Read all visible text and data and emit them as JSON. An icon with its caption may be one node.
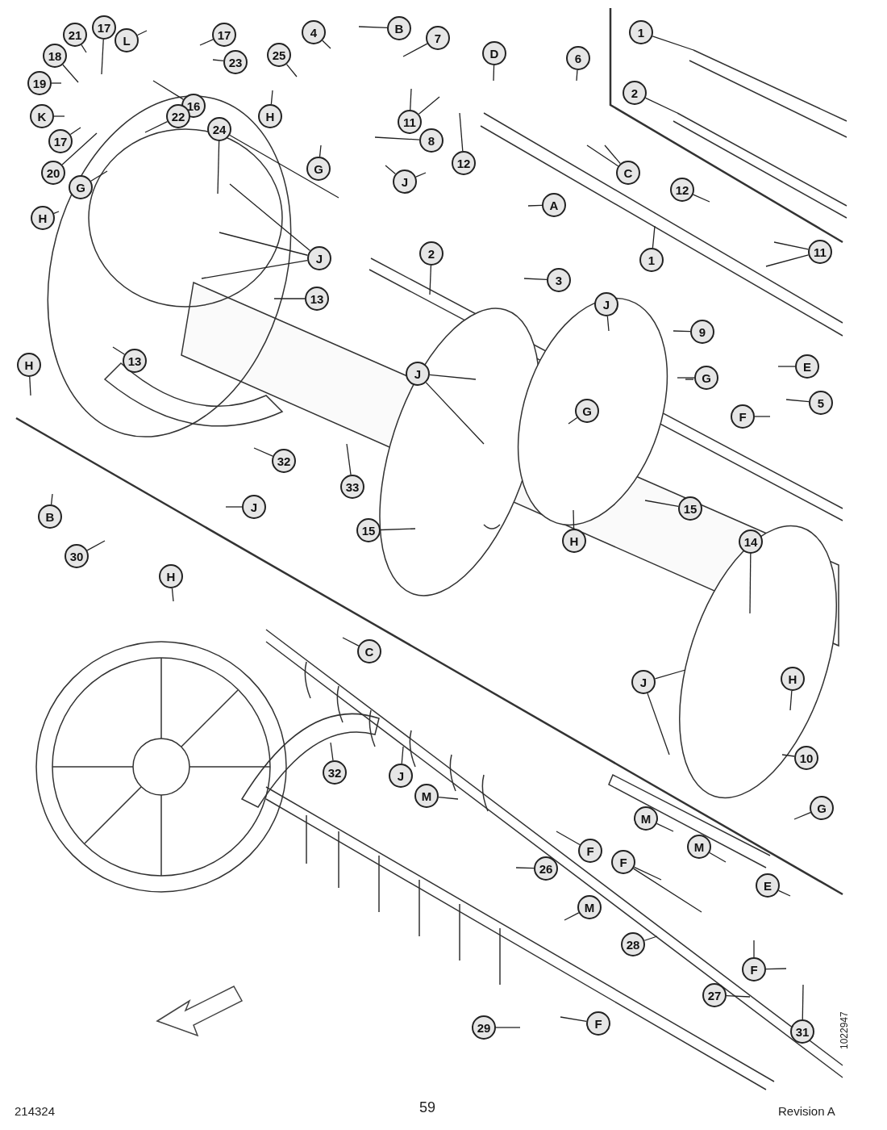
{
  "diagram": {
    "nodes": [
      {
        "text": [
          "1"
        ]
      },
      {
        "text": [
          "2"
        ]
      },
      {
        "text": [
          "4"
        ]
      },
      {
        "text": [
          "B"
        ]
      },
      {
        "text": [
          "7"
        ]
      },
      {
        "text": [
          "25"
        ]
      },
      {
        "text": [
          "11"
        ]
      },
      {
        "text": [
          "12"
        ]
      },
      {
        "text": [
          "D"
        ]
      },
      {
        "text": [
          "6"
        ]
      },
      {
        "text": [
          "8"
        ]
      },
      {
        "text": [
          "H"
        ]
      },
      {
        "text": [
          "G"
        ]
      },
      {
        "text": [
          "J"
        ]
      },
      {
        "text": [
          "C"
        ]
      },
      {
        "text": [
          "21"
        ]
      },
      {
        "text": [
          "17"
        ]
      },
      {
        "text": [
          "L"
        ]
      },
      {
        "text": [
          "17"
        ]
      },
      {
        "text": [
          "23"
        ]
      },
      {
        "text": [
          "18"
        ]
      },
      {
        "text": [
          "19"
        ]
      },
      {
        "text": [
          "16"
        ]
      },
      {
        "text": [
          "K"
        ]
      },
      {
        "text": [
          "17"
        ]
      },
      {
        "text": [
          "22"
        ]
      },
      {
        "text": [
          "20"
        ]
      },
      {
        "text": [
          "24"
        ]
      },
      {
        "text": [
          "G"
        ]
      },
      {
        "text": [
          "H"
        ]
      },
      {
        "text": [
          "J"
        ]
      },
      {
        "text": [
          "13"
        ]
      },
      {
        "text": [
          "13"
        ]
      },
      {
        "text": [
          "H"
        ]
      },
      {
        "text": [
          "A"
        ]
      },
      {
        "text": [
          "2"
        ]
      },
      {
        "text": [
          "3"
        ]
      },
      {
        "text": [
          "12"
        ]
      },
      {
        "text": [
          "11"
        ]
      },
      {
        "text": [
          "1"
        ]
      },
      {
        "text": [
          "J"
        ]
      },
      {
        "text": [
          "9"
        ]
      },
      {
        "text": [
          "E"
        ]
      },
      {
        "text": [
          "G"
        ]
      },
      {
        "text": [
          "5"
        ]
      },
      {
        "text": [
          "F"
        ]
      },
      {
        "text": [
          "J"
        ]
      },
      {
        "text": [
          "G"
        ]
      },
      {
        "text": [
          "H"
        ]
      },
      {
        "text": [
          "15"
        ]
      },
      {
        "text": [
          "15"
        ]
      },
      {
        "text": [
          "14"
        ]
      },
      {
        "text": [
          "33"
        ]
      },
      {
        "text": [
          "32"
        ]
      },
      {
        "text": [
          "J"
        ]
      },
      {
        "text": [
          "B"
        ]
      },
      {
        "text": [
          "30"
        ]
      },
      {
        "text": [
          "H"
        ]
      },
      {
        "text": [
          "C"
        ]
      },
      {
        "text": [
          "J"
        ]
      },
      {
        "text": [
          "H"
        ]
      },
      {
        "text": [
          "10"
        ]
      },
      {
        "text": [
          "G"
        ]
      },
      {
        "text": [
          "32"
        ]
      },
      {
        "text": [
          "J"
        ]
      },
      {
        "text": [
          "M"
        ]
      },
      {
        "text": [
          "F"
        ]
      },
      {
        "text": [
          "26"
        ]
      },
      {
        "text": [
          "M"
        ]
      },
      {
        "text": [
          "M"
        ]
      },
      {
        "text": [
          "F"
        ]
      },
      {
        "text": [
          "E"
        ]
      },
      {
        "text": [
          "28"
        ]
      },
      {
        "text": [
          "M"
        ]
      },
      {
        "text": [
          "F"
        ]
      },
      {
        "text": [
          "27"
        ]
      },
      {
        "text": [
          "31"
        ]
      },
      {
        "text": [
          "29"
        ]
      },
      {
        "text": [
          "F"
        ]
      }
    ],
    "edges": [
      {
        "from": 0,
        "to": null,
        "arrow": "none"
      },
      {
        "from": 1,
        "to": null,
        "arrow": "none"
      },
      {
        "from": 2,
        "to": null,
        "arrow": "none"
      },
      {
        "from": 3,
        "to": null,
        "arrow": "none"
      },
      {
        "from": 4,
        "to": null,
        "arrow": "none"
      },
      {
        "from": 5,
        "to": null,
        "arrow": "none"
      },
      {
        "from": 6,
        "to": null,
        "arrow": "none"
      },
      {
        "from": 6,
        "to": null,
        "arrow": "none"
      },
      {
        "from": 7,
        "to": null,
        "arrow": "none"
      },
      {
        "from": 8,
        "to": null,
        "arrow": "none"
      },
      {
        "from": 9,
        "to": null,
        "arrow": "none"
      },
      {
        "from": 10,
        "to": null,
        "arrow": "none"
      },
      {
        "from": 11,
        "to": null,
        "arrow": "none"
      },
      {
        "from": 12,
        "to": null,
        "arrow": "none"
      },
      {
        "from": 13,
        "to": null,
        "arrow": "none"
      },
      {
        "from": 13,
        "to": null,
        "arrow": "none"
      },
      {
        "from": 14,
        "to": null,
        "arrow": "none"
      },
      {
        "from": 14,
        "to": null,
        "arrow": "none"
      },
      {
        "from": 15,
        "to": null,
        "arrow": "none"
      },
      {
        "from": 16,
        "to": null,
        "arrow": "none"
      },
      {
        "from": 17,
        "to": null,
        "arrow": "none"
      },
      {
        "from": 18,
        "to": null,
        "arrow": "none"
      },
      {
        "from": 19,
        "to": null,
        "arrow": "none"
      },
      {
        "from": 20,
        "to": null,
        "arrow": "none"
      },
      {
        "from": 21,
        "to": null,
        "arrow": "none"
      },
      {
        "from": 22,
        "to": null,
        "arrow": "none"
      },
      {
        "from": 23,
        "to": null,
        "arrow": "none"
      },
      {
        "from": 24,
        "to": null,
        "arrow": "none"
      },
      {
        "from": 25,
        "to": null,
        "arrow": "none"
      },
      {
        "from": 26,
        "to": null,
        "arrow": "none"
      },
      {
        "from": 27,
        "to": null,
        "arrow": "none"
      },
      {
        "from": 27,
        "to": null,
        "arrow": "none"
      },
      {
        "from": 28,
        "to": null,
        "arrow": "none"
      },
      {
        "from": 29,
        "to": null,
        "arrow": "none"
      },
      {
        "from": 30,
        "to": null,
        "arrow": "none"
      },
      {
        "from": 30,
        "to": null,
        "arrow": "none"
      },
      {
        "from": 30,
        "to": null,
        "arrow": "none"
      },
      {
        "from": 31,
        "to": null,
        "arrow": "none"
      },
      {
        "from": 32,
        "to": null,
        "arrow": "none"
      },
      {
        "from": 33,
        "to": null,
        "arrow": "none"
      },
      {
        "from": 34,
        "to": null,
        "arrow": "none"
      },
      {
        "from": 35,
        "to": null,
        "arrow": "none"
      },
      {
        "from": 36,
        "to": null,
        "arrow": "none"
      },
      {
        "from": 37,
        "to": null,
        "arrow": "none"
      },
      {
        "from": 38,
        "to": null,
        "arrow": "none"
      },
      {
        "from": 38,
        "to": null,
        "arrow": "none"
      },
      {
        "from": 39,
        "to": null,
        "arrow": "none"
      },
      {
        "from": 40,
        "to": null,
        "arrow": "none"
      },
      {
        "from": 41,
        "to": null,
        "arrow": "none"
      },
      {
        "from": 42,
        "to": null,
        "arrow": "none"
      },
      {
        "from": 43,
        "to": null,
        "arrow": "none"
      },
      {
        "from": 44,
        "to": null,
        "arrow": "none"
      },
      {
        "from": 45,
        "to": null,
        "arrow": "none"
      },
      {
        "from": 46,
        "to": null,
        "arrow": "none"
      },
      {
        "from": 46,
        "to": null,
        "arrow": "none"
      },
      {
        "from": 47,
        "to": null,
        "arrow": "none"
      },
      {
        "from": 48,
        "to": null,
        "arrow": "none"
      },
      {
        "from": 49,
        "to": null,
        "arrow": "none"
      },
      {
        "from": 50,
        "to": null,
        "arrow": "none"
      },
      {
        "from": 51,
        "to": null,
        "arrow": "none"
      },
      {
        "from": 52,
        "to": null,
        "arrow": "none"
      },
      {
        "from": 53,
        "to": null,
        "arrow": "none"
      },
      {
        "from": 54,
        "to": null,
        "arrow": "none"
      },
      {
        "from": 55,
        "to": null,
        "arrow": "none"
      },
      {
        "from": 56,
        "to": null,
        "arrow": "none"
      },
      {
        "from": 57,
        "to": null,
        "arrow": "none"
      },
      {
        "from": 58,
        "to": null,
        "arrow": "none"
      },
      {
        "from": 59,
        "to": null,
        "arrow": "none"
      },
      {
        "from": 59,
        "to": null,
        "arrow": "none"
      },
      {
        "from": 60,
        "to": null,
        "arrow": "none"
      },
      {
        "from": 61,
        "to": null,
        "arrow": "none"
      },
      {
        "from": 62,
        "to": null,
        "arrow": "none"
      },
      {
        "from": 63,
        "to": null,
        "arrow": "none"
      },
      {
        "from": 64,
        "to": null,
        "arrow": "none"
      },
      {
        "from": 65,
        "to": null,
        "arrow": "none"
      },
      {
        "from": 66,
        "to": null,
        "arrow": "none"
      },
      {
        "from": 67,
        "to": null,
        "arrow": "none"
      },
      {
        "from": 68,
        "to": null,
        "arrow": "none"
      },
      {
        "from": 69,
        "to": null,
        "arrow": "none"
      },
      {
        "from": 70,
        "to": null,
        "arrow": "none"
      },
      {
        "from": 70,
        "to": null,
        "arrow": "none"
      },
      {
        "from": 71,
        "to": null,
        "arrow": "none"
      },
      {
        "from": 72,
        "to": null,
        "arrow": "none"
      },
      {
        "from": 73,
        "to": null,
        "arrow": "none"
      },
      {
        "from": 74,
        "to": null,
        "arrow": "none"
      },
      {
        "from": 74,
        "to": null,
        "arrow": "none"
      },
      {
        "from": 75,
        "to": null,
        "arrow": "none"
      },
      {
        "from": 76,
        "to": null,
        "arrow": "none"
      },
      {
        "from": 77,
        "to": null,
        "arrow": "none"
      },
      {
        "from": 78,
        "to": null,
        "arrow": "none"
      }
    ],
    "labels": [
      "1022947",
      "214324",
      "59",
      "Revision A"
    ]
  }
}
